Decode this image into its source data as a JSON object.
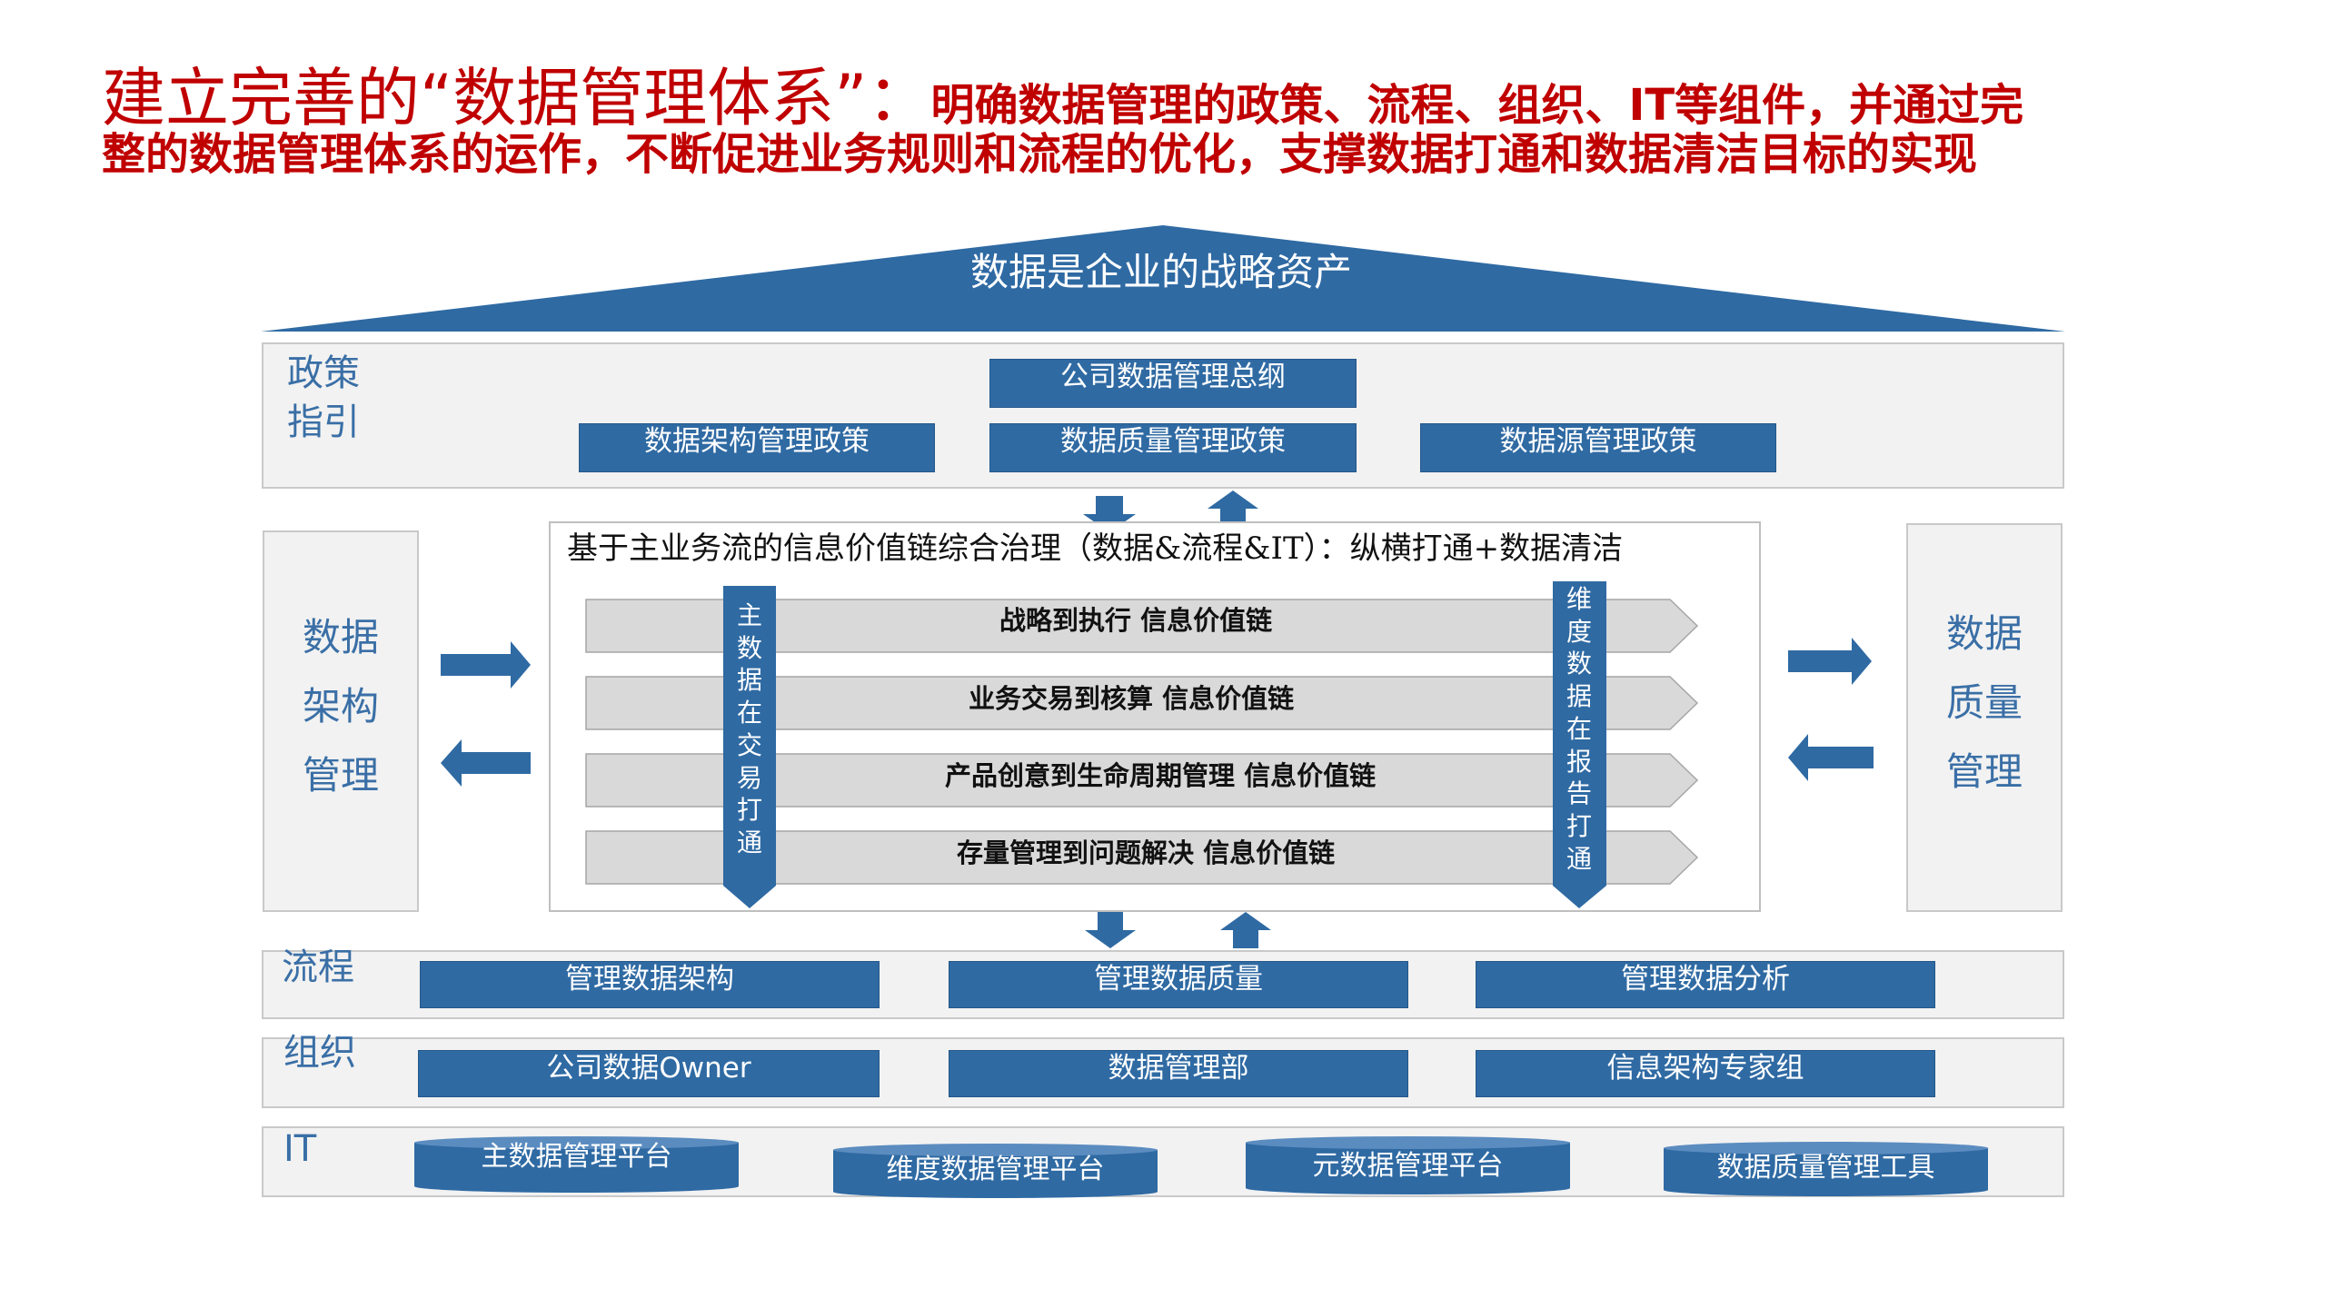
{
  "heading": {
    "line1_main": "建立完善的“数据管理体系”：",
    "line1_rest": "明确数据管理的政策、流程、组织、IT等组件，并通过完",
    "line2": "整的数据管理体系的运作，不断促进业务规则和流程的优化，支撑数据打通和数据清洁目标的实现"
  },
  "roof": {
    "label": "数据是企业的战略资产"
  },
  "policy": {
    "category": "政策\n指引",
    "top_box": "公司数据管理总纲",
    "boxes": [
      "数据架构管理政策",
      "数据质量管理政策",
      "数据源管理政策"
    ]
  },
  "left_pillar": {
    "label": [
      "数据",
      "架构",
      "管理"
    ]
  },
  "right_pillar": {
    "label": [
      "数据",
      "质量",
      "管理"
    ]
  },
  "center": {
    "title": "基于主业务流的信息价值链综合治理（数据&流程&IT）：纵横打通+数据清洁",
    "chains": [
      "战略到执行 信息价值链",
      "业务交易到核算  信息价值链",
      "产品创意到生命周期管理 信息价值链",
      "存量管理到问题解决 信息价值链"
    ],
    "left_vertical": "主数据在交易打通",
    "right_vertical": "维度数据在报告打通"
  },
  "process": {
    "category": "流程",
    "boxes": [
      "管理数据架构",
      "管理数据质量",
      "管理数据分析"
    ]
  },
  "org": {
    "category": "组织",
    "boxes": [
      "公司数据Owner",
      "数据管理部",
      "信息架构专家组"
    ]
  },
  "it": {
    "category": "IT",
    "platforms": [
      "主数据管理平台",
      "维度数据管理平台",
      "元数据管理平台",
      "数据质量管理工具"
    ]
  },
  "colors": {
    "title_red": "#c00000",
    "brand_blue": "#2f6aa3",
    "label_blue": "#3a6fa6",
    "panel_gray": "#f2f2f2",
    "chain_gray": "#d9d9d9"
  }
}
